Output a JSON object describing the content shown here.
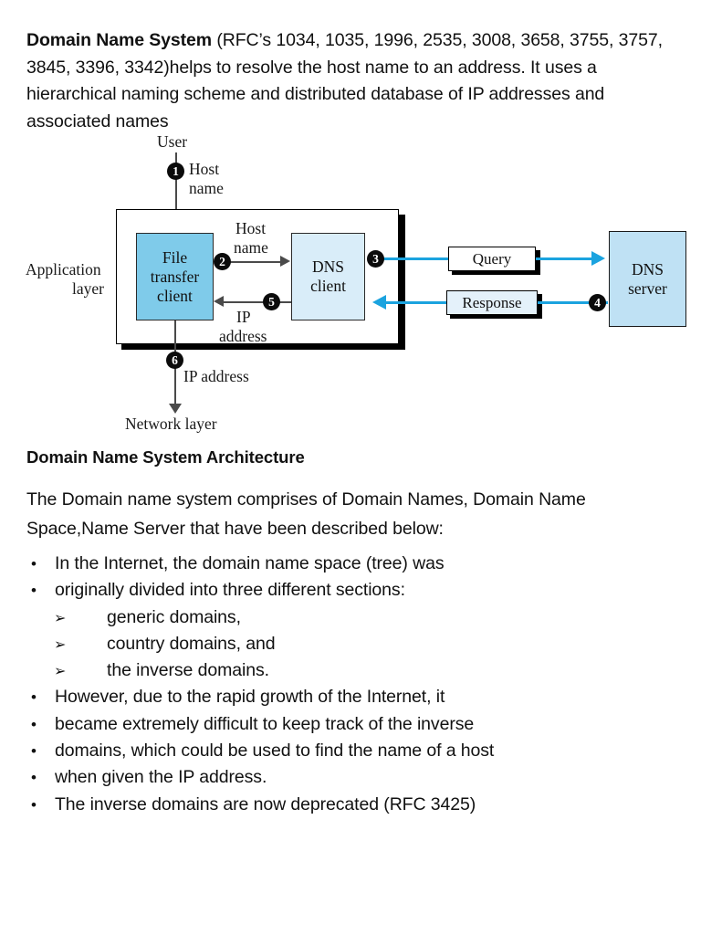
{
  "document": {
    "intro": {
      "title": "Domain Name System",
      "rest": " (RFC’s 1034, 1035, 1996, 2535, 3008, 3658, 3755, 3757, 3845, 3396, 3342)helps to resolve the host name to an address. It uses a hierarchical naming scheme and distributed database of IP addresses and associated names"
    },
    "section_heading": "Domain Name System Architecture",
    "body_paragraph": "The Domain name system comprises of Domain Names, Domain Name Space,Name Server that have been described below:",
    "bullets": [
      {
        "marker": "•",
        "level": 1,
        "text": "In the Internet, the domain name space (tree) was"
      },
      {
        "marker": "•",
        "level": 1,
        "text": "originally divided into three different sections:"
      },
      {
        "marker": "➢",
        "level": 2,
        "text": "generic domains,"
      },
      {
        "marker": "➢",
        "level": 2,
        "text": "country domains, and"
      },
      {
        "marker": "➢",
        "level": 2,
        "text": "the inverse domains."
      },
      {
        "marker": "•",
        "level": 1,
        "text": "However, due to the rapid growth of the Internet, it"
      },
      {
        "marker": "•",
        "level": 1,
        "text": "became extremely difficult to keep track of the inverse"
      },
      {
        "marker": "•",
        "level": 1,
        "text": "domains, which could be used to find the name of a host"
      },
      {
        "marker": "•",
        "level": 1,
        "text": "when given the IP address."
      },
      {
        "marker": "•",
        "level": 1,
        "text": "The inverse domains are now deprecated (RFC 3425)"
      }
    ]
  },
  "figure": {
    "labels": {
      "user": "User",
      "application_layer_line1": "Application",
      "application_layer_line2": "layer",
      "host_name_top_line1": "Host",
      "host_name_top_line2": "name",
      "host_name_mid_line1": "Host",
      "host_name_mid_line2": "name",
      "ip_address_mid_line1": "IP",
      "ip_address_mid_line2": "address",
      "ip_address_bottom": "IP address",
      "network_layer": "Network layer"
    },
    "nodes": {
      "file_transfer_client": "File\ntransfer\nclient",
      "dns_client": "DNS\nclient",
      "dns_server": "DNS\nserver",
      "query": "Query",
      "response": "Response"
    },
    "steps": [
      "1",
      "2",
      "3",
      "4",
      "5",
      "6"
    ],
    "colors": {
      "file_transfer_fill": "#7FCBEA",
      "dns_client_fill": "#D9EDF9",
      "dns_server_fill": "#BFE1F4",
      "response_fill": "#E4F1FA",
      "arrow_blue": "#1BA3DF",
      "marker_fill": "#0b0b0b"
    }
  }
}
